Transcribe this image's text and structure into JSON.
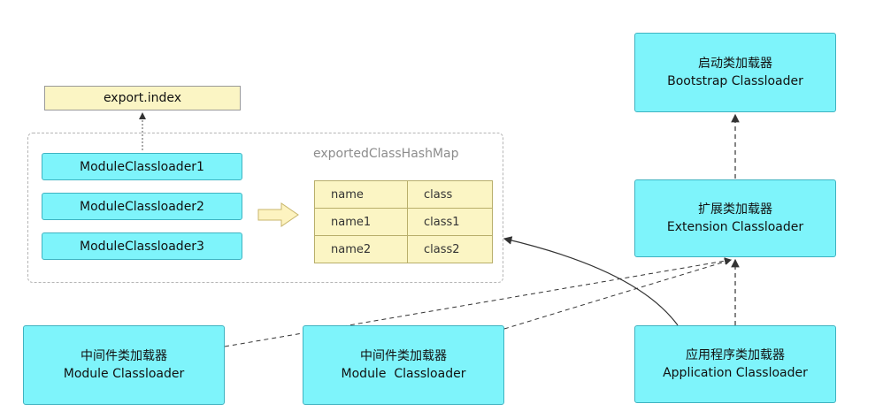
{
  "export_index": {
    "label": "export.index"
  },
  "module_container": {
    "modules": [
      {
        "label": "ModuleClassloader1"
      },
      {
        "label": "ModuleClassloader2"
      },
      {
        "label": "ModuleClassloader3"
      }
    ]
  },
  "hashmap": {
    "title": "exportedClassHashMap",
    "header": [
      "name",
      "class"
    ],
    "rows": [
      [
        "name1",
        "class1"
      ],
      [
        "name2",
        "class2"
      ]
    ]
  },
  "loaders": {
    "bootstrap": {
      "zh": "启动类加载器",
      "en": "Bootstrap Classloader"
    },
    "extension": {
      "zh": "扩展类加载器",
      "en": "Extension Classloader"
    },
    "application": {
      "zh": "应用程序类加载器",
      "en": "Application Classloader"
    },
    "middleware1": {
      "zh": "中间件类加载器",
      "en": "Module Classloader"
    },
    "middleware2": {
      "zh": "中间件类加载器",
      "en": "Module  Classloader"
    }
  },
  "colors": {
    "loader_fill": "#7ef4fb",
    "loader_border": "#3fb3c1",
    "index_fill": "#fbf5c4",
    "arrow": "#fdf3c0"
  }
}
